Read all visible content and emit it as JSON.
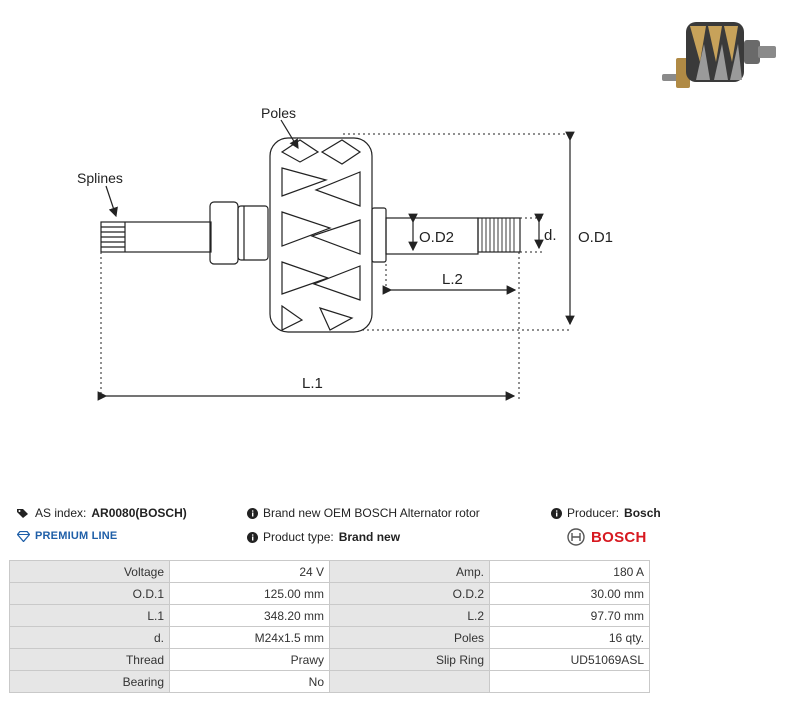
{
  "diagram": {
    "labels": {
      "poles": "Poles",
      "splines": "Splines",
      "od1": "O.D1",
      "od2": "O.D2",
      "d": "d.",
      "l1": "L.1",
      "l2": "L.2"
    }
  },
  "info": {
    "as_index_label": "AS index:",
    "as_index_value": "AR0080(BOSCH)",
    "description": "Brand new OEM BOSCH Alternator rotor",
    "producer_label": "Producer:",
    "producer_value": "Bosch",
    "premium_line": "PREMIUM LINE",
    "product_type_label": "Product type:",
    "product_type_value": "Brand new",
    "brand_logo_text": "BOSCH",
    "brand_color": "#d71920",
    "accent_color": "#1f5fa8"
  },
  "specs": [
    {
      "l1": "Voltage",
      "v1": "24 V",
      "l2": "Amp.",
      "v2": "180 A"
    },
    {
      "l1": "O.D.1",
      "v1": "125.00 mm",
      "l2": "O.D.2",
      "v2": "30.00 mm"
    },
    {
      "l1": "L.1",
      "v1": "348.20 mm",
      "l2": "L.2",
      "v2": "97.70 mm"
    },
    {
      "l1": "d.",
      "v1": "M24x1.5 mm",
      "l2": "Poles",
      "v2": "16 qty."
    },
    {
      "l1": "Thread",
      "v1": "Prawy",
      "l2": "Slip Ring",
      "v2": "UD51069ASL"
    },
    {
      "l1": "Bearing",
      "v1": "No",
      "l2": "",
      "v2": ""
    }
  ]
}
